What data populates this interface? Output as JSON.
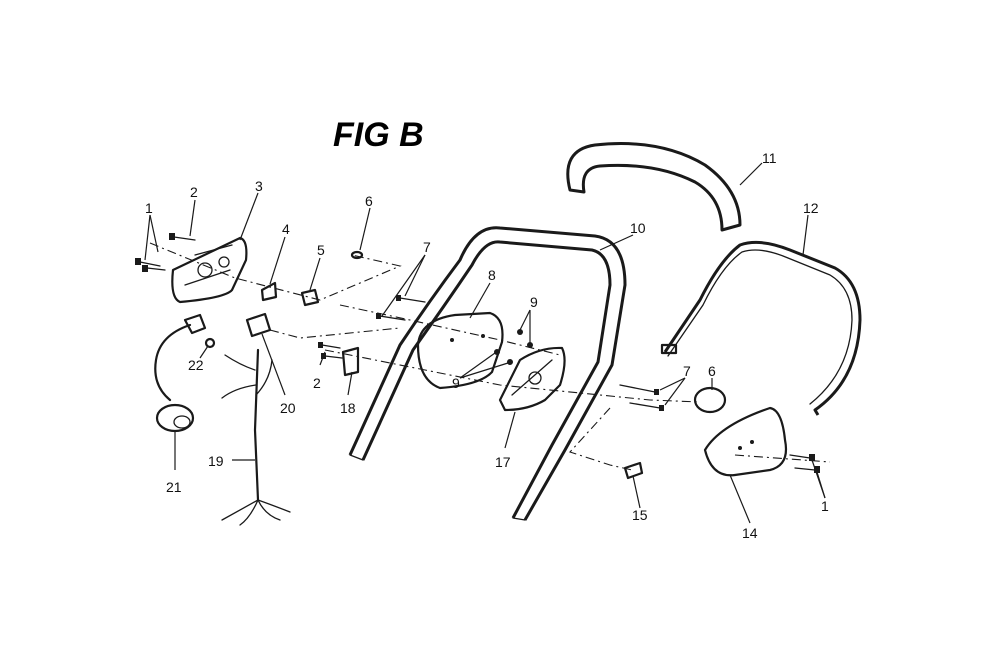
{
  "figure": {
    "title": "FIG B"
  },
  "callouts": {
    "c1a": "1",
    "c2a": "2",
    "c3": "3",
    "c4": "4",
    "c5": "5",
    "c6a": "6",
    "c7a": "7",
    "c8": "8",
    "c9a": "9",
    "c10": "10",
    "c11": "11",
    "c12": "12",
    "c2b": "2",
    "c18": "18",
    "c20": "20",
    "c22": "22",
    "c21": "21",
    "c19": "19",
    "c9b": "9",
    "c17": "17",
    "c7b": "7",
    "c6b": "6",
    "c15": "15",
    "c14": "14",
    "c1b": "1"
  }
}
